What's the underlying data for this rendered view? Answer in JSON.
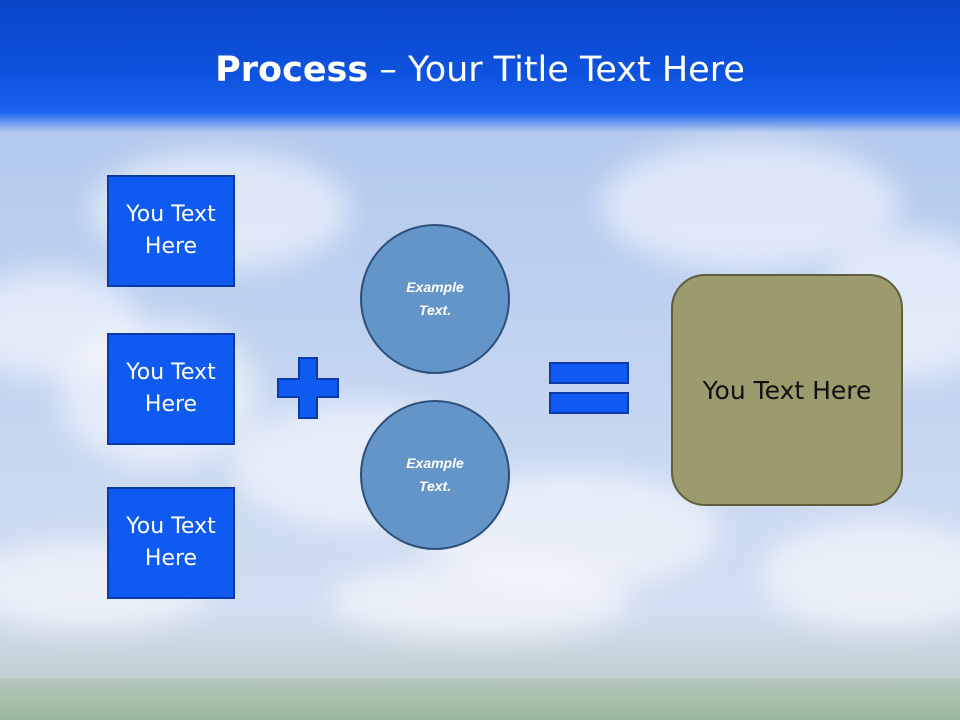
{
  "title": {
    "bold": "Process",
    "rest": " – Your Title Text Here"
  },
  "inputs": [
    {
      "label": "You Text Here"
    },
    {
      "label": "You Text Here"
    },
    {
      "label": "You Text Here"
    }
  ],
  "circles": [
    {
      "label": "Example Text."
    },
    {
      "label": "Example Text."
    }
  ],
  "result": {
    "label": "You Text Here"
  },
  "colors": {
    "header_blue": "#0d52de",
    "box_blue": "#0f5af0",
    "circle_blue": "#6495c9",
    "result_olive": "#9b9b6e"
  },
  "icons": [
    "plus-icon",
    "equals-icon"
  ]
}
